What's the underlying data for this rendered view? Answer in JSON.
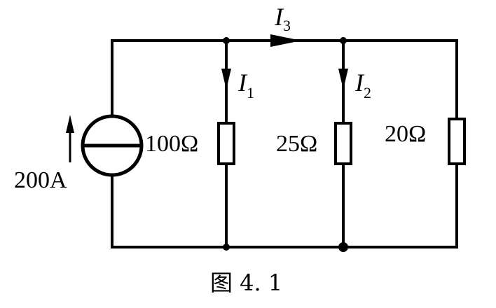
{
  "source": {
    "value": "200A"
  },
  "currents": {
    "i1": {
      "sym": "I",
      "sub": "1"
    },
    "i2": {
      "sym": "I",
      "sub": "2"
    },
    "i3": {
      "sym": "I",
      "sub": "3"
    }
  },
  "resistors": [
    {
      "label": "100Ω"
    },
    {
      "label": "25Ω"
    },
    {
      "label": "20Ω"
    }
  ],
  "caption": "图 4. 1",
  "colors": {
    "ink": "#000000",
    "paper": "#ffffff"
  }
}
